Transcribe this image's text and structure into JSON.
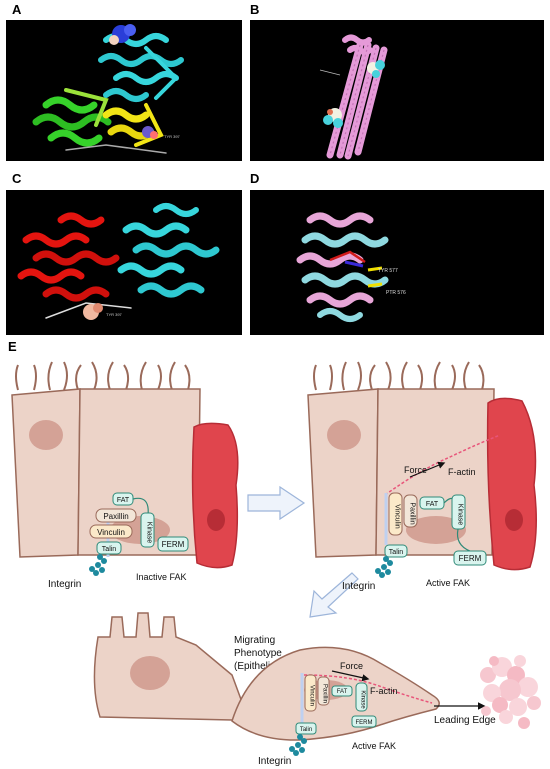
{
  "panels": {
    "a": {
      "letter": "A",
      "residue_label": "TYR 397"
    },
    "b": {
      "letter": "B"
    },
    "c": {
      "letter": "C",
      "residue_label": "TYR 397"
    },
    "d": {
      "letter": "D",
      "residue_labels": [
        "TYR 577",
        "PTR 576"
      ]
    },
    "e": {
      "letter": "E"
    }
  },
  "schematic": {
    "inactive": {
      "domains": [
        "FAT",
        "Paxillin",
        "Vinculin",
        "Talin",
        "Kinase",
        "FERM"
      ],
      "integrin": "Integrin",
      "state": "Inactive FAK"
    },
    "active": {
      "force": "Force",
      "factin": "F-actin",
      "domains": [
        "Vinculin",
        "Paxillin",
        "FAT",
        "Kinase",
        "Talin",
        "FERM"
      ],
      "integrin": "Integrin",
      "state": "Active FAK"
    },
    "migrating": {
      "phenotype_line1": "Migrating",
      "phenotype_line2": "Phenotype",
      "phenotype_line3": "(Epithelial)",
      "force": "Force",
      "factin": "F-actin",
      "domains": [
        "Vinculin",
        "Paxillin",
        "FAT",
        "Kinase",
        "Talin",
        "FERM"
      ],
      "integrin": "Integrin",
      "state": "Active FAK",
      "leading_edge": "Leading Edge"
    },
    "colors": {
      "cell_fill": "#ecd3c8",
      "cell_stroke": "#9a6a5a",
      "nucleus": "#d4a296",
      "red_cell": "#e0454d",
      "red_cell_dark": "#b72d36",
      "fak_fill": "#d9f4ee",
      "fak_stroke": "#2f8a78",
      "vinculin_fill": "#fbe9c9",
      "paxillin_fill": "#f2e6d8",
      "factin": "#e8557a",
      "integrin": "#1e8a9e",
      "talin_bar": "#bfd0f0"
    }
  }
}
